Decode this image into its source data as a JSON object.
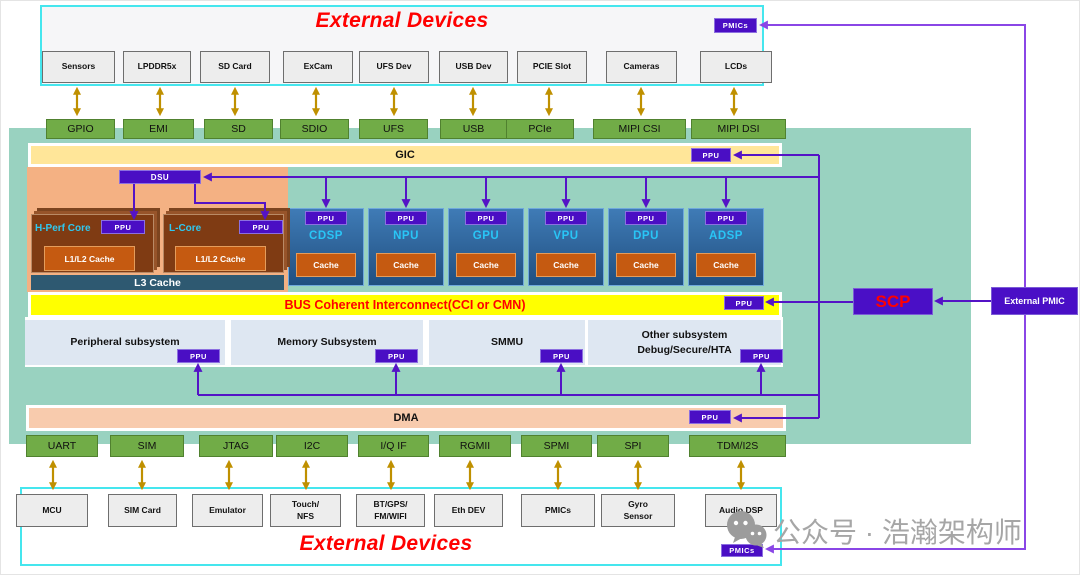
{
  "top_external": {
    "title": "External Devices",
    "pmics": "PMICs"
  },
  "top_devices": [
    "Sensors",
    "LPDDR5x",
    "SD Card",
    "ExCam",
    "UFS Dev",
    "USB Dev",
    "PCIE Slot",
    "Cameras",
    "LCDs"
  ],
  "top_interfaces": [
    "GPIO",
    "EMI",
    "SD",
    "SDIO",
    "UFS",
    "USB",
    "PCIe",
    "MIPI CSI",
    "MIPI DSI"
  ],
  "soc": {
    "gic": "GIC",
    "dsu": "DSU",
    "ppu": "PPU",
    "cluster": {
      "h_core": "H-Perf Core",
      "l_core": "L-Core",
      "l1l2": "L1/L2 Cache",
      "l3": "L3 Cache"
    },
    "accelerators": [
      "CDSP",
      "NPU",
      "GPU",
      "VPU",
      "DPU",
      "ADSP"
    ],
    "cache": "Cache",
    "bus": "BUS Coherent Interconnect(CCI or CMN)",
    "subsystems": [
      "Peripheral subsystem",
      "Memory Subsystem",
      "SMMU",
      "Other subsystem\nDebug/Secure/HTA"
    ],
    "dma": "DMA",
    "scp": "SCP"
  },
  "external_pmic": "External PMIC",
  "bottom_interfaces": [
    "UART",
    "SIM",
    "JTAG",
    "I2C",
    "I/Q IF",
    "RGMII",
    "SPMI",
    "SPI",
    "TDM/I2S"
  ],
  "bottom_devices": [
    "MCU",
    "SIM Card",
    "Emulator",
    "Touch/\nNFS",
    "BT/GPS/\nFM/WIFI",
    "Eth DEV",
    "PMICs",
    "Gyro\nSensor",
    "Audio DSP"
  ],
  "bottom_external": {
    "title": "External Devices",
    "pmics": "PMICs"
  },
  "watermark": "公众号 · 浩瀚架构师",
  "colors": {
    "cyan_border": "#45e6ee",
    "device_fill": "#ededed",
    "interface_green": "#71ac47",
    "gold_arrow": "#bf9000",
    "soc_teal": "#99d2c0",
    "gic_fill": "#ffe699",
    "cluster_orange": "#f4b183",
    "core_brown": "#7f3b13",
    "cache_orange": "#c55a11",
    "l3_blue": "#2e5971",
    "accel_blue": "#2e6da4",
    "bus_yellow": "#ffff00",
    "bus_text_red": "#ff0000",
    "subsystem_fill": "#dee7f2",
    "dma_fill": "#f8cbad",
    "ppu_purple": "#4a0ec4",
    "line_purple": "#5413c6",
    "pmic_line_violet": "#8a46e6",
    "title_red": "#ff0000",
    "watermark_gray": "#a6a6a6"
  }
}
